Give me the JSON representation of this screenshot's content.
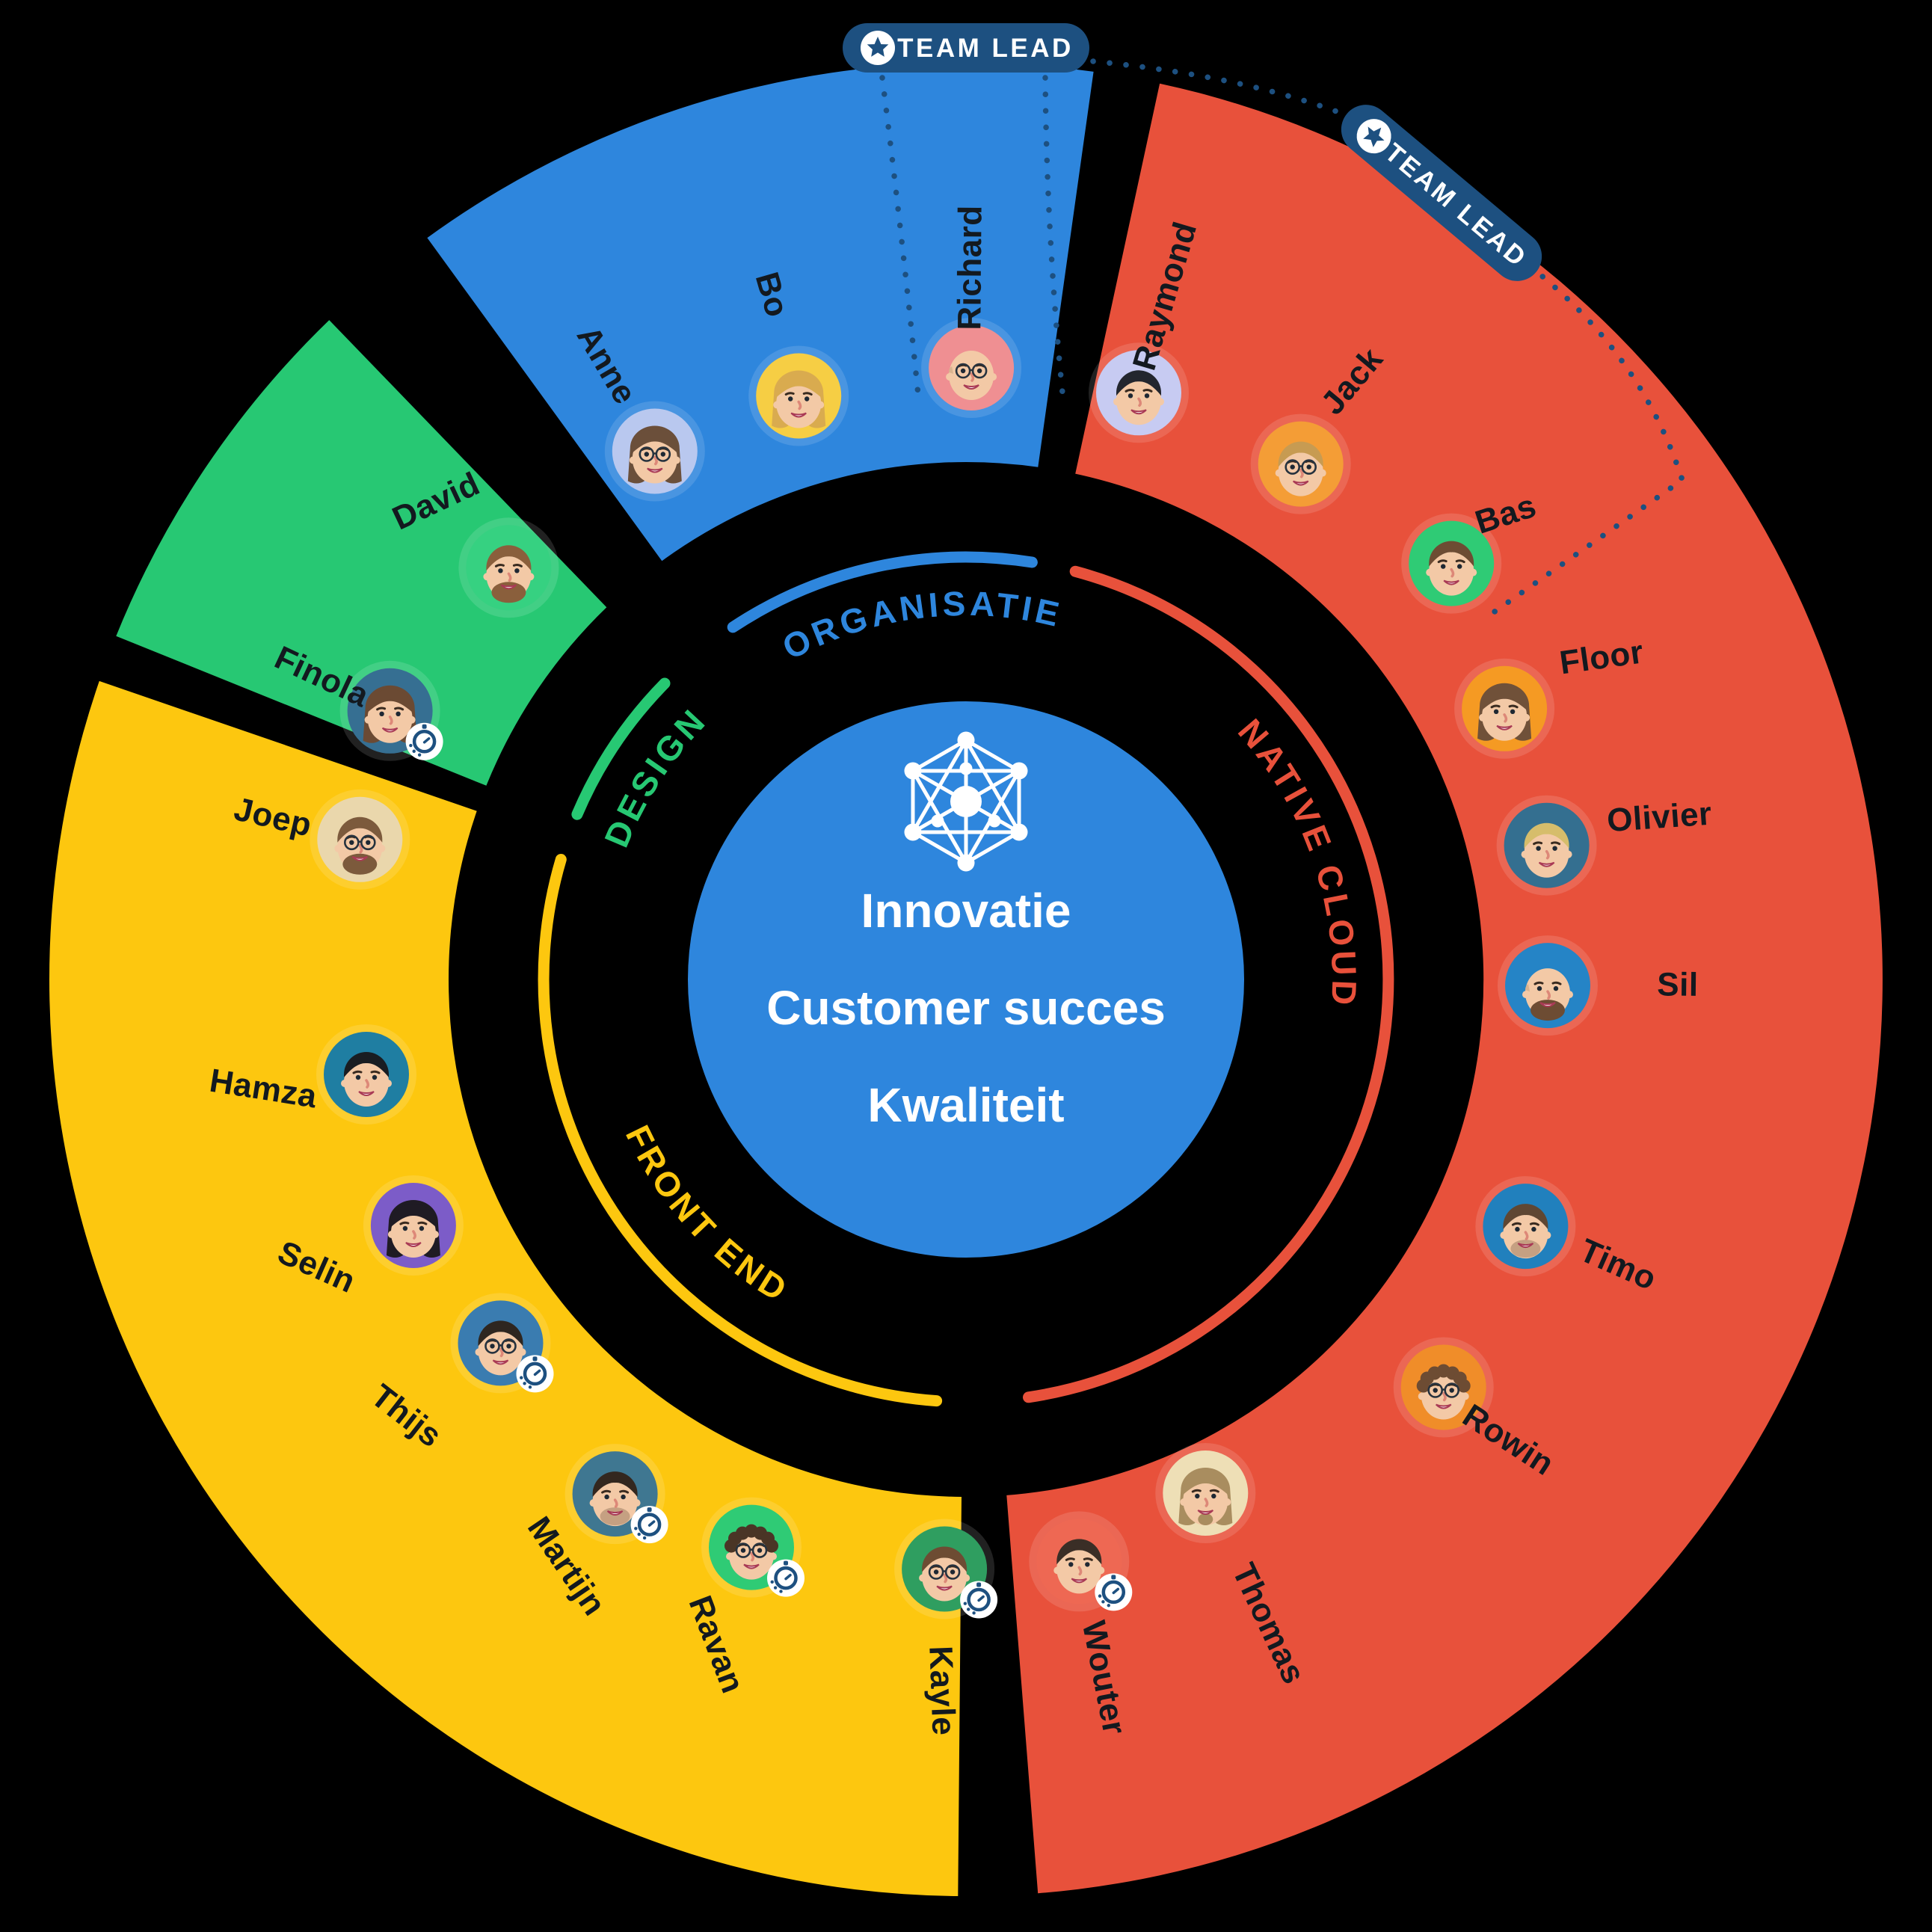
{
  "background_color": "#000000",
  "badge_color": "#1d5080",
  "name_color": "#13191f",
  "badges": [
    {
      "id": 1,
      "icon": "star-icon",
      "label": "TEAM LEAD"
    },
    {
      "id": 2,
      "icon": "star-icon",
      "label": "TEAM LEAD"
    }
  ],
  "center": {
    "icon": "network-icon",
    "color": "#2e86dd",
    "text_color": "#ffffff",
    "lines": [
      "Innovatie",
      "Customer succes",
      "Kwaliteit"
    ]
  },
  "teams": [
    {
      "name": "ORGANISATIE",
      "color": "#2e86dd",
      "members": [
        {
          "name": "Anne"
        },
        {
          "name": "Bo"
        },
        {
          "name": "Richard",
          "team_lead_badge": 1
        }
      ]
    },
    {
      "name": "NATIVE CLOUD",
      "color": "#e8513b",
      "members": [
        {
          "name": "Raymond",
          "team_lead_badge": 1
        },
        {
          "name": "Jack"
        },
        {
          "name": "Bas",
          "team_lead_badge": 2
        },
        {
          "name": "Floor"
        },
        {
          "name": "Olivier"
        },
        {
          "name": "Sil"
        },
        {
          "name": "Timo"
        },
        {
          "name": "Rowin"
        },
        {
          "name": "Thomas"
        },
        {
          "name": "Wouter",
          "clock_badge": true
        }
      ]
    },
    {
      "name": "FRONT END",
      "color": "#fdc70f",
      "members": [
        {
          "name": "Kayle",
          "clock_badge": true
        },
        {
          "name": "Ravan",
          "clock_badge": true
        },
        {
          "name": "Martijn",
          "clock_badge": true
        },
        {
          "name": "Thijs",
          "clock_badge": true
        },
        {
          "name": "Selin"
        },
        {
          "name": "Hamza"
        },
        {
          "name": "Joep"
        }
      ]
    },
    {
      "name": "DESIGN",
      "color": "#27c873",
      "members": [
        {
          "name": "David"
        },
        {
          "name": "Finola",
          "clock_badge": true
        }
      ]
    }
  ]
}
